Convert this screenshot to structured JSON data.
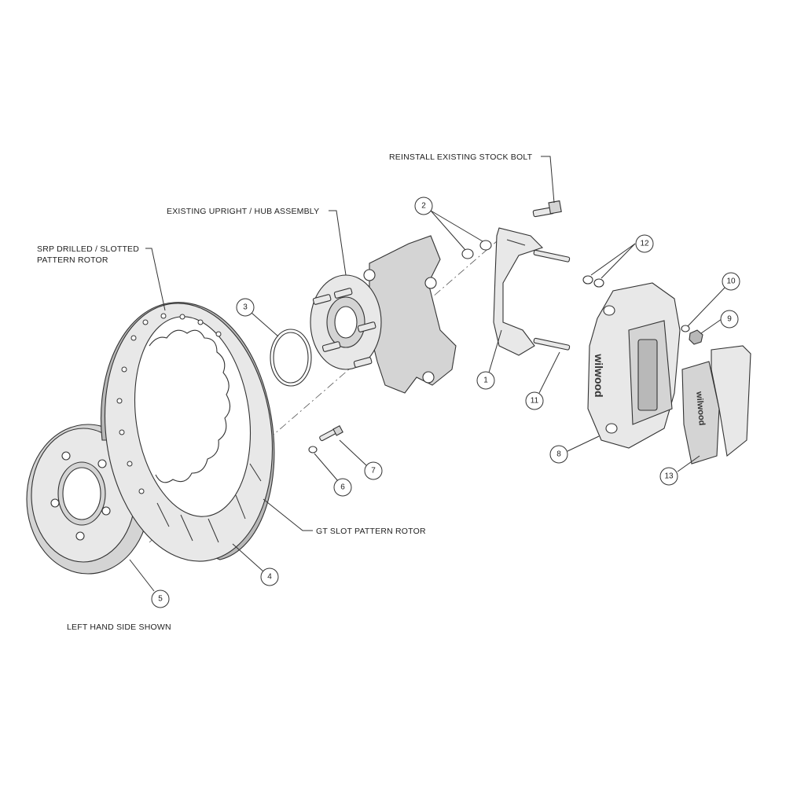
{
  "labels": {
    "reinstall_bolt": "REINSTALL EXISTING STOCK BOLT",
    "upright_hub": "EXISTING UPRIGHT / HUB ASSEMBLY",
    "srp_rotor_line1": "SRP DRILLED / SLOTTED",
    "srp_rotor_line2": "PATTERN ROTOR",
    "gt_slot_rotor": "GT SLOT PATTERN ROTOR",
    "left_hand_side": "LEFT HAND SIDE SHOWN"
  },
  "callouts": [
    "1",
    "2",
    "3",
    "4",
    "5",
    "6",
    "7",
    "8",
    "9",
    "10",
    "11",
    "12",
    "13"
  ],
  "brand_marks": {
    "caliper": "wilwood",
    "pad": "wilwood"
  },
  "colors": {
    "line": "#333333",
    "part_light": "#e8e8e8",
    "part_mid": "#d4d4d4",
    "part_dark": "#b8b8b8"
  }
}
